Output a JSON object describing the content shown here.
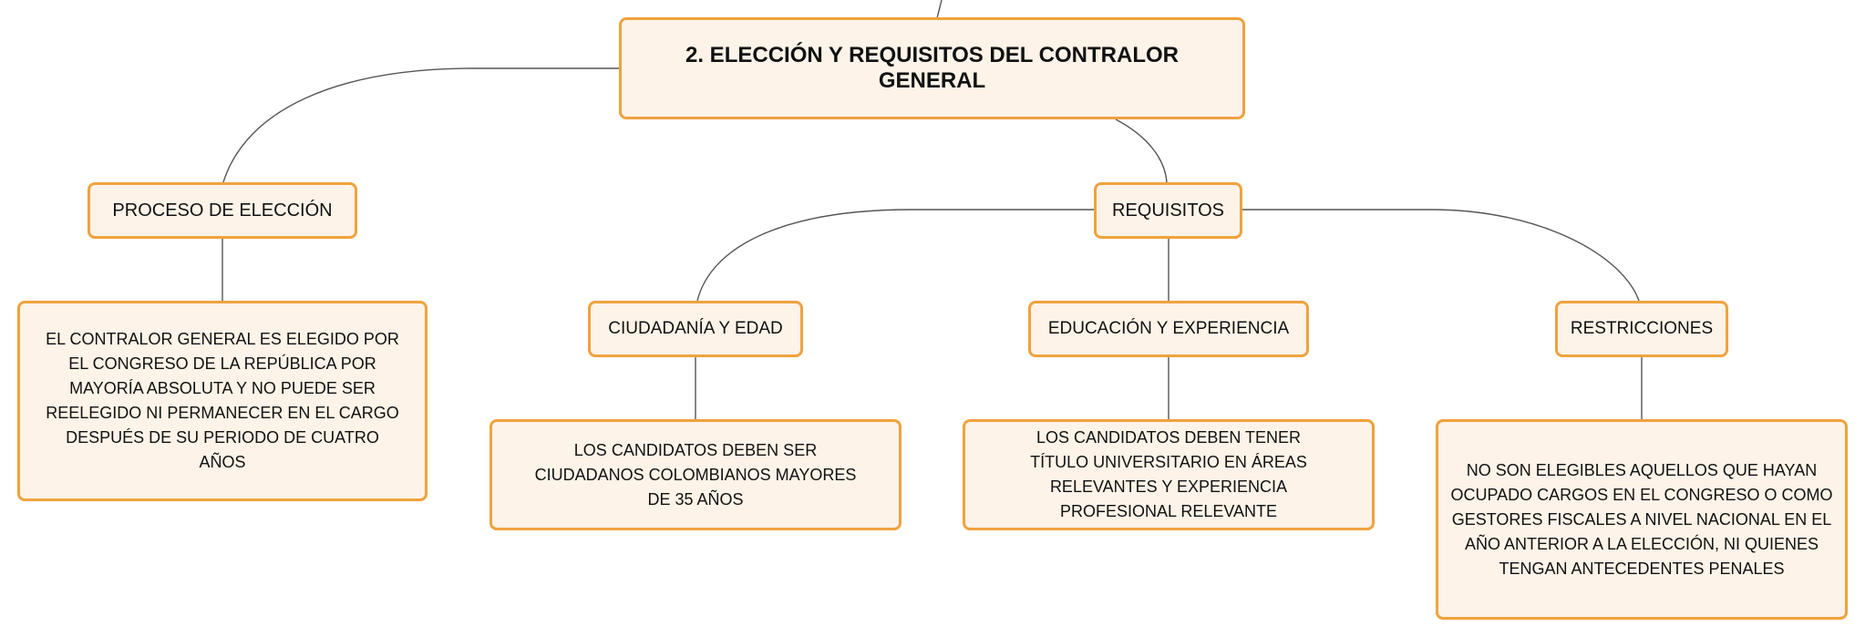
{
  "diagram": {
    "root": {
      "label": "2. ELECCIÓN Y REQUISITOS DEL CONTRALOR GENERAL"
    },
    "proceso": {
      "label": "PROCESO DE ELECCIÓN",
      "detail": "EL CONTRALOR GENERAL ES ELEGIDO POR EL CONGRESO DE LA REPÚBLICA POR MAYORÍA ABSOLUTA Y NO PUEDE SER REELEGIDO NI PERMANECER EN EL CARGO DESPUÉS DE SU PERIODO DE CUATRO AÑOS"
    },
    "requisitos": {
      "label": "REQUISITOS",
      "children": [
        {
          "label": "CIUDADANÍA Y EDAD",
          "detail": "LOS CANDIDATOS DEBEN SER CIUDADANOS COLOMBIANOS MAYORES DE 35 AÑOS"
        },
        {
          "label": "EDUCACIÓN Y EXPERIENCIA",
          "detail": "LOS CANDIDATOS DEBEN TENER TÍTULO UNIVERSITARIO EN ÁREAS RELEVANTES Y EXPERIENCIA PROFESIONAL RELEVANTE"
        },
        {
          "label": "RESTRICCIONES",
          "detail": "NO SON ELEGIBLES AQUELLOS QUE HAYAN OCUPADO CARGOS EN EL CONGRESO O COMO GESTORES FISCALES A NIVEL NACIONAL EN EL AÑO ANTERIOR A LA ELECCIÓN, NI QUIENES TENGAN ANTECEDENTES PENALES"
        }
      ]
    },
    "colors": {
      "node_fill": "#fdf3e8",
      "node_border": "#f0a23e",
      "connector": "#555555"
    }
  }
}
